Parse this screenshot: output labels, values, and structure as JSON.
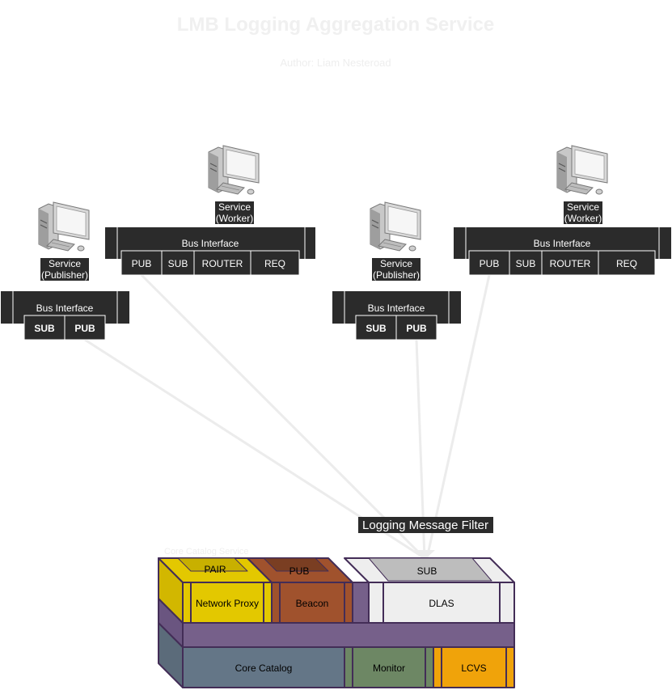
{
  "title": "LMB Logging Aggregation Service",
  "author": "Author: Liam Nesteroad",
  "services": [
    {
      "label_line1": "Service",
      "label_line2": "(Publisher)",
      "bus_label": "Bus Interface",
      "ports": [
        "SUB",
        "PUB"
      ]
    },
    {
      "label_line1": "Service",
      "label_line2": "(Worker)",
      "bus_label": "Bus Interface",
      "ports": [
        "PUB",
        "SUB",
        "ROUTER",
        "REQ"
      ]
    },
    {
      "label_line1": "Service",
      "label_line2": "(Publisher)",
      "bus_label": "Bus Interface",
      "ports": [
        "SUB",
        "PUB"
      ]
    },
    {
      "label_line1": "Service",
      "label_line2": "(Worker)",
      "bus_label": "Bus Interface",
      "ports": [
        "PUB",
        "SUB",
        "ROUTER",
        "REQ"
      ]
    }
  ],
  "filter_label": "Logging Message Filter",
  "core": {
    "title": "Core Catalog Service",
    "pair": "PAIR",
    "network_proxy": "Network Proxy",
    "pub": "PUB",
    "beacon": "Beacon",
    "sub": "SUB",
    "dlas": "DLAS",
    "core_catalog": "Core Catalog",
    "monitor": "Monitor",
    "lcvs": "LCVS"
  },
  "colors": {
    "bus": "#2b2b2b",
    "pair": "#e3c800",
    "beacon": "#a0522d",
    "dlas": "#eeeeee",
    "purple": "#76608a",
    "core_catalog": "#647687",
    "monitor": "#6d8764",
    "lcvs": "#f0a30a",
    "outline": "#432d57"
  }
}
